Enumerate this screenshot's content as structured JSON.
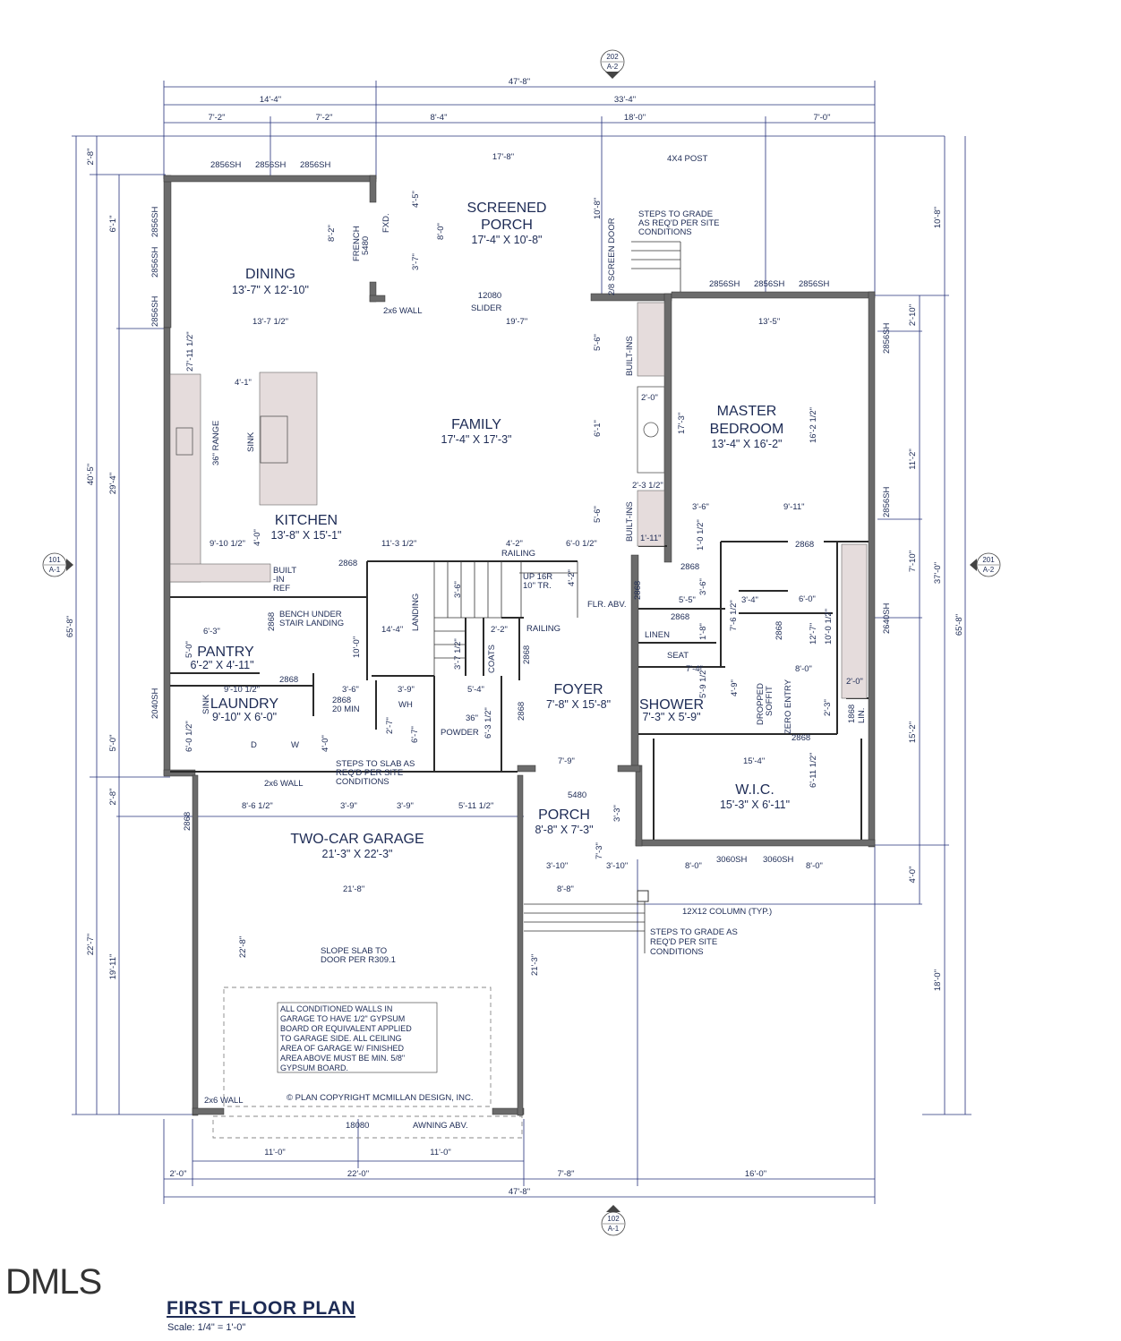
{
  "title": "FIRST FLOOR PLAN",
  "scale": "Scale: 1/4\" = 1'-0\"",
  "watermark": "DMLS",
  "copyright": "© PLAN COPYRIGHT MCMILLAN DESIGN, INC.",
  "section_markers": [
    {
      "num": "202",
      "sheet": "A-2"
    },
    {
      "num": "101",
      "sheet": "A-1"
    },
    {
      "num": "201",
      "sheet": "A-2"
    },
    {
      "num": "102",
      "sheet": "A-1"
    }
  ],
  "rooms": [
    {
      "name": "SCREENED",
      "name2": "PORCH",
      "size": "17'-4\" X 10'-8\""
    },
    {
      "name": "DINING",
      "size": "13'-7\" X 12'-10\""
    },
    {
      "name": "FAMILY",
      "size": "17'-4\" X 17'-3\""
    },
    {
      "name": "MASTER",
      "name2": "BEDROOM",
      "size": "13'-4\" X 16'-2\""
    },
    {
      "name": "KITCHEN",
      "size": "13'-8\" X 15'-1\""
    },
    {
      "name": "PANTRY",
      "size": "6'-2\" X 4'-11\""
    },
    {
      "name": "LAUNDRY",
      "size": "9'-10\" X 6'-0\""
    },
    {
      "name": "FOYER",
      "size": "7'-8\" X 15'-8\""
    },
    {
      "name": "SHOWER",
      "size": "7'-3\" X 5'-9\""
    },
    {
      "name": "W.I.C.",
      "size": "15'-3\" X 6'-11\""
    },
    {
      "name": "PORCH",
      "size": "8'-8\" X 7'-3\""
    },
    {
      "name": "TWO-CAR GARAGE",
      "size": "21'-3\" X 22'-3\""
    }
  ],
  "labels": {
    "post": "4X4 POST",
    "steps_top_1": "STEPS TO GRADE",
    "steps_top_2": "AS REQ'D PER SITE",
    "steps_top_3": "CONDITIONS",
    "steps_slab_1": "STEPS TO SLAB AS",
    "steps_slab_2": "REQ'D PER SITE",
    "steps_slab_3": "CONDITIONS",
    "steps_bot_1": "STEPS TO GRADE AS",
    "steps_bot_2": "REQ'D PER SITE",
    "steps_bot_3": "CONDITIONS",
    "column": "12X12 COLUMN (TYP.)",
    "slope_1": "SLOPE SLAB TO",
    "slope_2": "DOOR PER R309.1",
    "awning": "AWNING ABV.",
    "slider": "SLIDER",
    "railing": "RAILING",
    "railing2": "RAILING",
    "up": "UP 16R",
    "tr": "10\" TR.",
    "flr_abv": "FLR. ABV.",
    "bench_1": "BENCH UNDER",
    "bench_2": "STAIR LANDING",
    "landing": "LANDING",
    "coats": "COATS",
    "powder": "POWDER",
    "linen": "LINEN",
    "lin": "LIN.",
    "seat": "SEAT",
    "dropped_1": "DROPPED",
    "dropped_2": "SOFFIT",
    "zero": "ZERO ENTRY",
    "sink": "SINK",
    "sink2": "SINK",
    "range": "36\" RANGE",
    "builtin_1": "BUILT",
    "builtin_2": "-IN",
    "builtin_3": "REF",
    "builtins_a": "BUILT-INS",
    "builtins_b": "BUILT-INS",
    "screen_door": "2/8 SCREEN DOOR",
    "fxd": "FXD.",
    "french": "FRENCH",
    "french_size": "5480",
    "w_2x6_1": "2x6 WALL",
    "w_2x6_2": "2x6 WALL",
    "w_2x6_3": "2x6 WALL",
    "min": "20 MIN",
    "d": "D",
    "w": "W",
    "wh": "WH",
    "d36": "36\"",
    "door_5480": "5480",
    "slider_size": "12080",
    "garage_door": "18080"
  },
  "windows": [
    "2856SH",
    "2856SH",
    "2856SH",
    "2856SH",
    "2856SH",
    "2856SH",
    "2856SH",
    "2856SH",
    "2856SH",
    "2856SH",
    "2856SH",
    "2640SH",
    "2040SH",
    "3060SH",
    "3060SH",
    "1868"
  ],
  "doors": [
    "2868",
    "2868",
    "2868",
    "2868",
    "2868",
    "2868",
    "2868",
    "2868",
    "2868",
    "2868",
    "2868",
    "2868",
    "2868"
  ],
  "garage_note": [
    "ALL CONDITIONED WALLS IN",
    "GARAGE TO HAVE 1/2\" GYPSUM",
    "BOARD OR EQUIVALENT APPLIED",
    "TO GARAGE SIDE.  ALL CEILING",
    "AREA OF GARAGE W/ FINISHED",
    "AREA ABOVE MUST BE MIN. 5/8\"",
    "GYPSUM BOARD."
  ],
  "dims": {
    "top_total": "47'-8\"",
    "top_a": "14'-4\"",
    "top_b": "33'-4\"",
    "top_c1": "7'-2\"",
    "top_c2": "7'-2\"",
    "top_c3": "8'-4\"",
    "top_c4": "18'-0\"",
    "top_c5": "7'-0\"",
    "porch_w": "17'-8\"",
    "left_1": "2'-8\"",
    "left_2": "6'-1\"",
    "left_3": "40'-5\"",
    "left_4": "29'-4\"",
    "left_5": "65'-8\"",
    "left_6": "5'-0\"",
    "left_7": "2'-8\"",
    "left_8": "22'-7\"",
    "left_9": "19'-11\"",
    "right_1": "10'-8\"",
    "right_2": "2'-10\"",
    "right_3": "11'-2\"",
    "right_4": "37'-0\"",
    "right_5": "7'-10\"",
    "right_6": "65'-8\"",
    "right_7": "15'-2\"",
    "right_8": "4'-0\"",
    "right_9": "18'-0\"",
    "bot_a1": "11'-0\"",
    "bot_a2": "11'-0\"",
    "bot_b1": "2'-0\"",
    "bot_b2": "22'-0\"",
    "bot_b3": "7'-8\"",
    "bot_b4": "16'-0\"",
    "bot_total": "47'-8\"",
    "din_w": "13'-7 1/2\"",
    "fam_w": "19'-7\"",
    "mb_w": "13'-5\"",
    "k1": "4'-1\"",
    "k2": "27'-11 1/2\"",
    "k3": "9'-10 1/2\"",
    "k4": "4'-0\"",
    "k5": "11'-3 1/2\"",
    "k6": "4'-2\"",
    "k7": "6'-0 1/2\"",
    "p1": "6'-3\"",
    "p2": "5'-0\"",
    "p3": "14'-4\"",
    "p4": "10'-0\"",
    "l1": "9'-10 1/2\"",
    "l2": "6'-0 1/2\"",
    "l3": "3'-6\"",
    "l4": "3'-9\"",
    "l5": "2'-7\"",
    "l6": "6'-7\"",
    "l7": "4'-0\"",
    "l8": "5'-4\"",
    "l9": "6'-3 1/2\"",
    "l10": "2'-2\"",
    "l11": "3'-7 1/2\"",
    "l12": "3'-6\"",
    "g1": "8'-6 1/2\"",
    "g2": "3'-9\"",
    "g3": "3'-9\"",
    "g4": "5'-11 1/2\"",
    "g5": "21'-8\"",
    "g6": "22'-8\"",
    "g7": "21'-3\"",
    "f1": "7'-9\"",
    "f2": "3'-10\"",
    "f3": "3'-10\"",
    "f4": "8'-8\"",
    "f5": "7'-3\"",
    "f6": "3'-3\"",
    "f7": "8'-0\"",
    "f8": "8'-0\"",
    "m1": "5'-6\"",
    "m2": "6'-1\"",
    "m3": "5'-6\"",
    "m4": "2'-0\"",
    "m5": "2'-3 1/2\"",
    "m6": "17'-3\"",
    "m7": "16'-2 1/2\"",
    "m8": "3'-6\"",
    "m9": "9'-11\"",
    "m10": "1'-11\"",
    "m11": "1'-0 1/2\"",
    "m12": "3'-6\"",
    "m13": "5'-5\"",
    "m14": "3'-4\"",
    "m15": "6'-0\"",
    "m16": "7'-6 1/2\"",
    "m17": "1'-8\"",
    "m18": "12'-7\"",
    "m19": "10'-0 1/2\"",
    "m20": "7'-4\"",
    "m21": "8'-0\"",
    "m22": "5'-9 1/2\"",
    "m23": "4'-9\"",
    "m24": "2'-0\"",
    "m25": "2'-3\"",
    "m26": "15'-4\"",
    "m27": "6'-11 1/2\"",
    "s1": "8'-2\"",
    "s2": "4'-5\"",
    "s3": "8'-0\"",
    "s4": "3'-7\"",
    "s5": "10'-8\"",
    "s6": "4'-2\""
  }
}
